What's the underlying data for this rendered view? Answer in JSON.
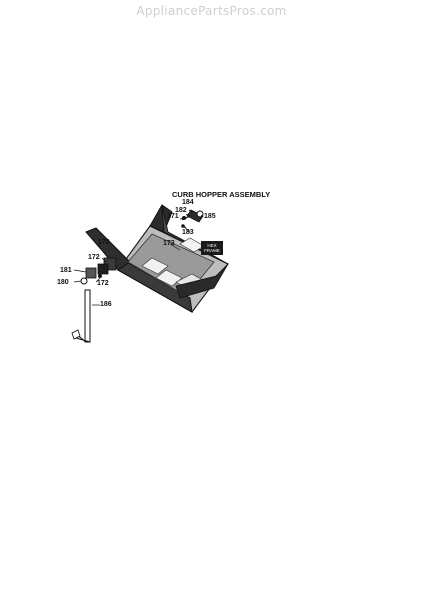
{
  "watermark": "AppliancePartsPros.com",
  "diagram": {
    "title": "CURB HOPPER ASSEMBLY",
    "frame_tag": [
      "HEX",
      "FRAME"
    ],
    "part_numbers": {
      "p184": "184",
      "p182": "182",
      "p171a": "171",
      "p185": "185",
      "p183": "183",
      "p173": "173",
      "p170": "170",
      "p172a": "172",
      "p181": "181",
      "p180": "180",
      "p172b": "172",
      "p186": "186"
    }
  }
}
